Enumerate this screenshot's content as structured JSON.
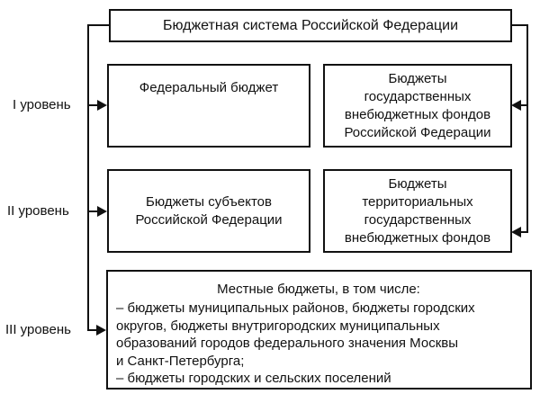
{
  "title": "Бюджетная система Российской Федерации",
  "levels": [
    {
      "label": "I уровень"
    },
    {
      "label": "II уровень"
    },
    {
      "label": "III уровень"
    }
  ],
  "boxes": {
    "federal": {
      "lines": [
        "Федеральный бюджет"
      ]
    },
    "federal_offbudget": {
      "lines": [
        "Бюджеты",
        "государственных",
        "внебюджетных фондов",
        "Российской Федерации"
      ]
    },
    "subjects": {
      "lines": [
        "Бюджеты субъектов",
        "Российской Федерации"
      ]
    },
    "territorial_offbudget": {
      "lines": [
        "Бюджеты",
        "территориальных",
        "государственных",
        "внебюджетных фондов"
      ]
    },
    "local": {
      "heading": "Местные бюджеты, в том числе:",
      "lines": [
        "– бюджеты муниципальных районов, бюджеты городских",
        "округов, бюджеты внутригородских муниципальных",
        "образований городов федерального значения Москвы",
        "и Санкт-Петербурга;",
        "– бюджеты городских и сельских поселений"
      ]
    }
  },
  "colors": {
    "line": "#111111",
    "background": "#ffffff"
  }
}
